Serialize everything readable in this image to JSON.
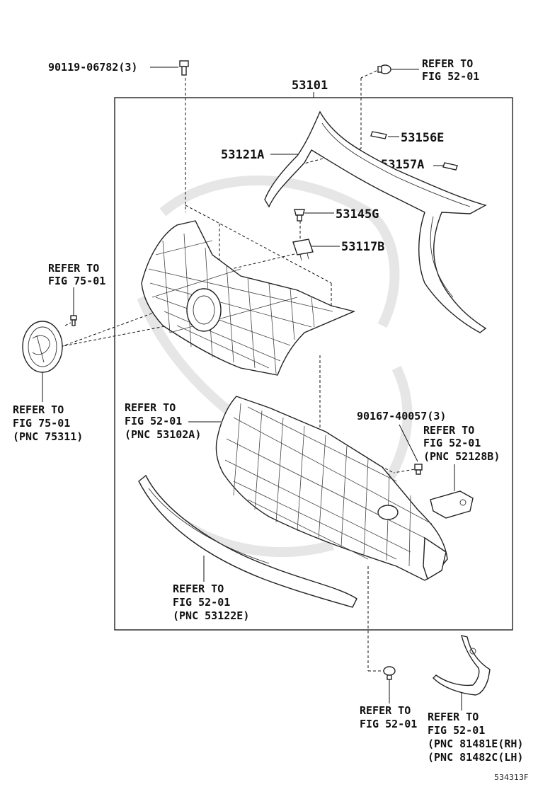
{
  "figure_id": "534313F",
  "assembly_label": "53101",
  "labels": {
    "bolt_top": "90119-06782(3)",
    "refer_top_right": [
      "REFER TO",
      "FIG 52-01"
    ],
    "p53156E": "53156E",
    "p53121A": "53121A",
    "p53157A": "53157A",
    "p53145G": "53145G",
    "p53117B": "53117B",
    "refer_left_top": [
      "REFER TO",
      "FIG 75-01"
    ],
    "refer_left_bottom": [
      "REFER TO",
      "FIG 75-01",
      "(PNC 75311)"
    ],
    "refer_mid": [
      "REFER TO",
      "FIG 52-01",
      "(PNC 53102A)"
    ],
    "clip_right": "90167-40057(3)",
    "refer_right": [
      "REFER TO",
      "FIG 52-01",
      "(PNC 52128B)"
    ],
    "refer_lower": [
      "REFER TO",
      "FIG 52-01",
      "(PNC 53122E)"
    ],
    "refer_bottom_mid": [
      "REFER TO",
      "FIG 52-01"
    ],
    "refer_bottom_right": [
      "REFER TO",
      "FIG 52-01",
      "(PNC 81481E(RH)",
      "(PNC 81482C(LH)"
    ]
  }
}
